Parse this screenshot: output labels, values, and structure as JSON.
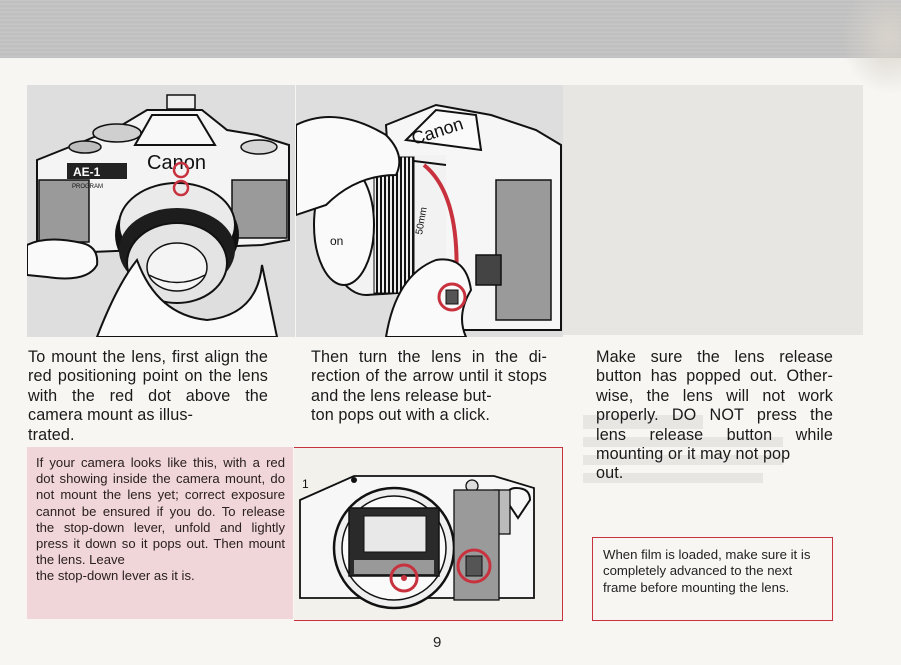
{
  "page": {
    "number": "9",
    "colors": {
      "accent_red": "#c8323e",
      "note_pink": "#f0d6d8",
      "band_gray": "#c4c4c4"
    }
  },
  "illustrations": {
    "left": {
      "brand": "Canon",
      "model": "AE-1",
      "model_sub": "PROGRAM"
    },
    "right": {
      "brand": "Canon",
      "lens_mark": "50mm"
    }
  },
  "text": {
    "col1": "To mount the lens, first align the red positioning point on the lens with the red dot above the camera mount as illus-",
    "col1_last": "trated.",
    "col2": "Then turn the lens in the di-rection of the arrow until it stops and the lens release but-",
    "col2_last": "ton pops out with a click.",
    "col3": "Make sure the lens release button has popped out. Other-wise, the lens will not work properly. DO NOT press the lens release button while mounting or it may not pop",
    "col3_last": "out."
  },
  "notes": {
    "stopdown": "If your camera looks like this, with a red dot showing inside the camera mount, do not mount the lens yet; correct exposure cannot be ensured if you do. To release the stop-down lever, unfold and lightly press it down so it pops out. Then mount the lens. Leave",
    "stopdown_last": "the stop-down lever as it is.",
    "film": "When film is loaded, make sure it is completely advanced to the next frame before mounting the lens."
  }
}
